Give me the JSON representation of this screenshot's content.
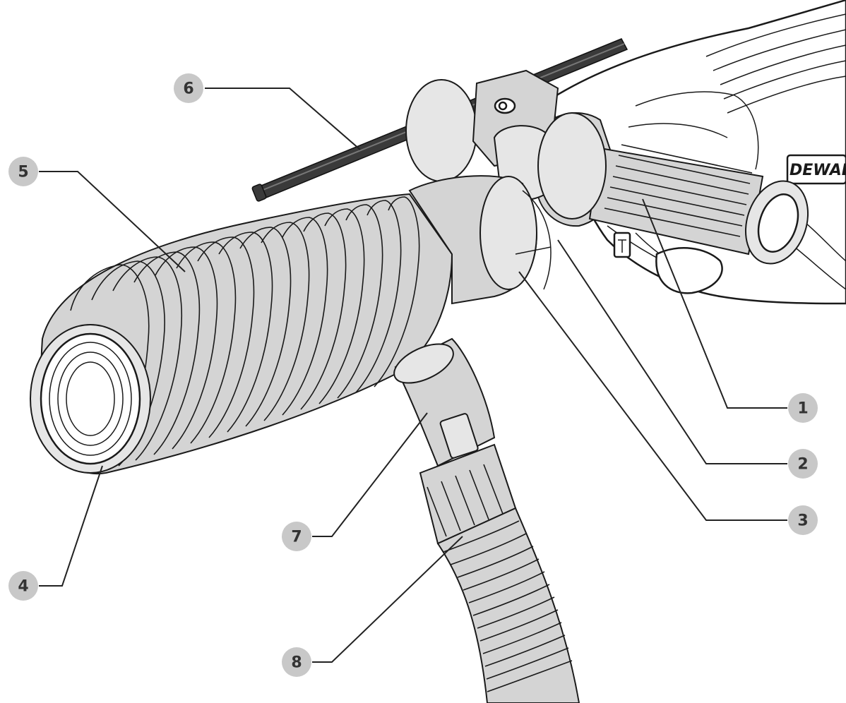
{
  "figure": {
    "brand_text": "DEWALT",
    "callouts": [
      {
        "id": "1",
        "label": "1"
      },
      {
        "id": "2",
        "label": "2"
      },
      {
        "id": "3",
        "label": "3"
      },
      {
        "id": "4",
        "label": "4"
      },
      {
        "id": "5",
        "label": "5"
      },
      {
        "id": "6",
        "label": "6"
      },
      {
        "id": "7",
        "label": "7"
      },
      {
        "id": "8",
        "label": "8"
      }
    ]
  },
  "colors": {
    "badge_fill": "#c8c8c8",
    "badge_text": "#333333",
    "line": "#1a1a1a",
    "part_shade": "#d4d4d4",
    "background": "#ffffff"
  }
}
